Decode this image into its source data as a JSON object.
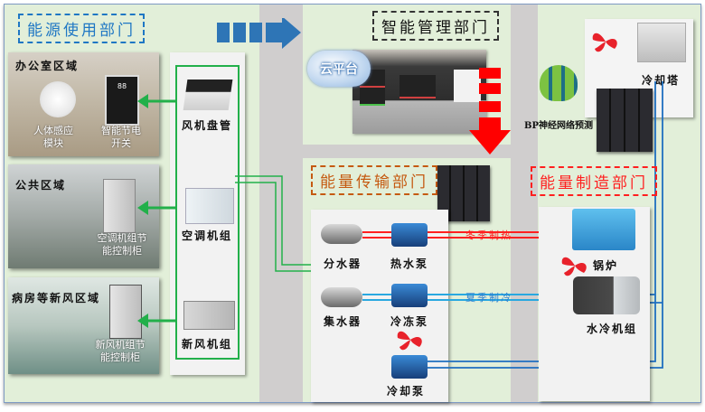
{
  "departments": {
    "usage": {
      "title": "能源使用部门",
      "color": "#1f77c4"
    },
    "management": {
      "title": "智能管理部门",
      "color": "#111111"
    },
    "transmission": {
      "title": "能量传输部门",
      "color": "#c55a11"
    },
    "production": {
      "title": "能量制造部门",
      "color": "#ff1f1f"
    }
  },
  "zones": [
    {
      "title": "办公室区域",
      "captions": [
        "人体感应\n模块",
        "智能节电\n开关"
      ]
    },
    {
      "title": "公共区域",
      "captions": [
        "空调机组节\n能控制柜"
      ]
    },
    {
      "title": "病房等新风区域",
      "captions": [
        "新风机组节\n能控制柜"
      ]
    }
  ],
  "terminal_devices": [
    "风机盘管",
    "空调机组",
    "新风机组"
  ],
  "management": {
    "cloud_label": "云平台",
    "bp_label": "BP神经网络预测"
  },
  "transmission_devices": {
    "distributor": "分水器",
    "hot_pump": "热水泵",
    "collector": "集水器",
    "chilled_pump": "冷冻泵",
    "cooling_pump": "冷却泵"
  },
  "pipes": {
    "winter": "冬季制热",
    "summer": "夏季制冷"
  },
  "production_devices": {
    "cooling_tower": "冷却塔",
    "boiler": "锅炉",
    "chiller": "水冷机组"
  },
  "colors": {
    "frame_bg": "#e2efd9",
    "band_gray": "#d0cece",
    "green_line": "#22b04a",
    "hot_line": "#ff2020",
    "cold_line": "#29a8e0",
    "cooling_line": "#1f6fc0",
    "arrow_blue": "#2e75b6",
    "arrow_red": "#ff0000"
  }
}
